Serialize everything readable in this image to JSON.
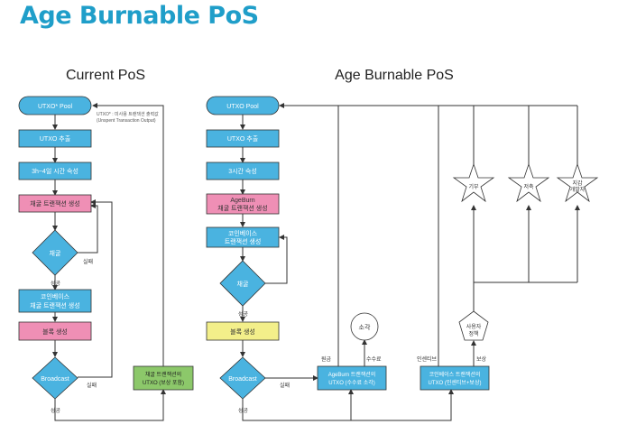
{
  "page_title": "Age Burnable PoS",
  "left": {
    "heading": "Current PoS",
    "pool": "UTXO* Pool",
    "note_line1": "UTXO* : 미사용 트랜잭션 출력값",
    "note_line2": "(Unspent Transaction Output)",
    "extract": "UTXO 추출",
    "mature": "3h~4일 시간 숙성",
    "mining_tx": "채굴 트랜잭션 생성",
    "mine": "채굴",
    "fail1": "실패",
    "success1": "성공",
    "coinbase_line1": "코인베이스",
    "coinbase_line2": "채굴 트랜잭션 생성",
    "block": "블록 생성",
    "broadcast": "Broadcast",
    "fail2": "실패",
    "success2": "성공",
    "reward_line1": "채굴 트랜잭션의",
    "reward_line2": "UTXO (보상 포함)"
  },
  "right": {
    "heading": "Age Burnable PoS",
    "pool": "UTXO Pool",
    "extract": "UTXO 추출",
    "mature": "3시간 숙성",
    "ageburn_line1": "AgeBurn",
    "ageburn_line2": "채굴 트랜잭션 생성",
    "coinbase_line1": "코인베이스",
    "coinbase_line2": "트랜잭션 생성",
    "mine": "채굴",
    "success1": "성공",
    "block": "블록 생성",
    "broadcast": "Broadcast",
    "fail": "실패",
    "success2": "성공",
    "burn": "소각",
    "principal": "원금",
    "fee": "수수료",
    "ageburn_utxo_line1": "AgeBurn 트랜잭션의",
    "ageburn_utxo_line2": "UTXO (수수료 소각)",
    "incentive": "인센티브",
    "reward": "보상",
    "coinbase_utxo_line1": "코인베이스 트랜잭션의",
    "coinbase_utxo_line2": "UTXO (인센티브+보상)",
    "user_line1": "사용자",
    "user_line2": "정책",
    "star_donation": "기부",
    "star_savings": "저축",
    "star_dev_line1": "지갑",
    "star_dev_line2": "개발자"
  },
  "colors": {
    "title": "#1f9ec9",
    "blue_box": "#4ab3e0",
    "pink_box": "#ef8fb5",
    "yellow_box": "#f3ef8a",
    "green_box": "#8cc86a",
    "diamond": "#4ab3e0",
    "line": "#333333"
  }
}
